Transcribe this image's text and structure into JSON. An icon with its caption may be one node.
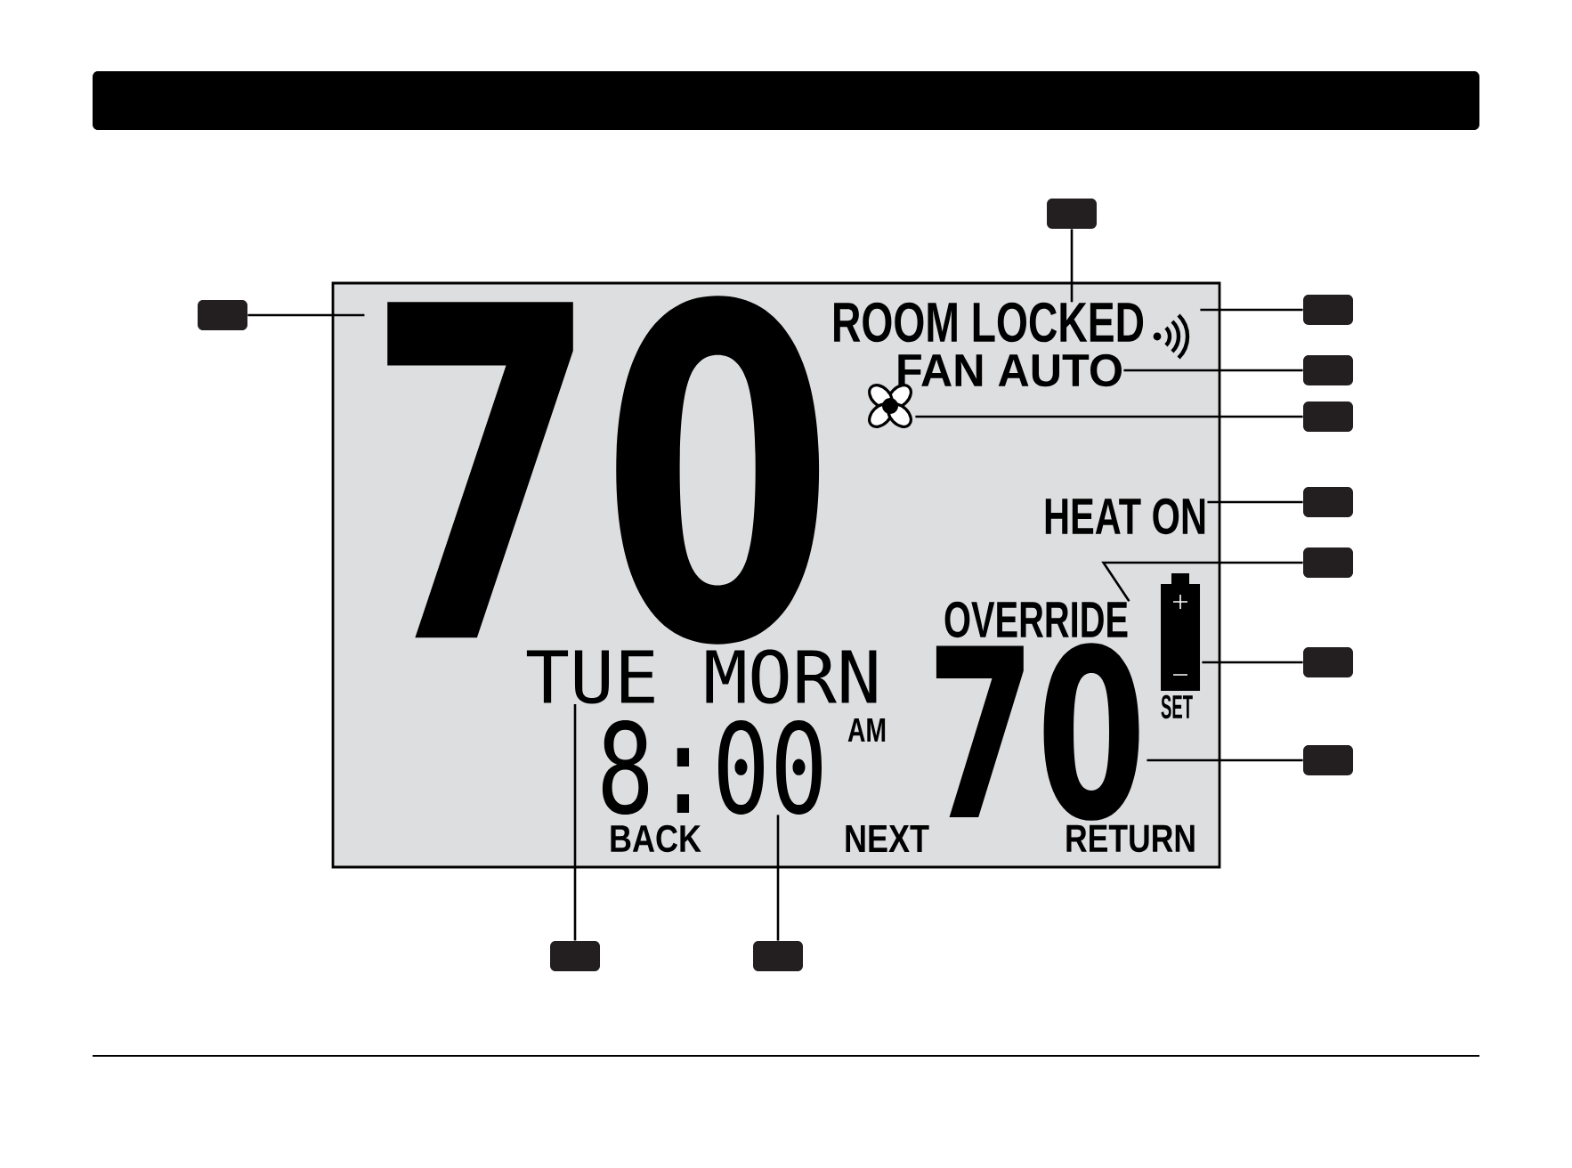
{
  "diagram": {
    "nodes": [
      {
        "text": [],
        "shape": "box"
      },
      {
        "text": [
          "70"
        ],
        "in": 0
      },
      {
        "text": [
          "ROOM LOCKED"
        ],
        "in": 0
      },
      {
        "text": [],
        "shape": "picture",
        "in": 0
      },
      {
        "text": [
          "FAN AUTO"
        ],
        "in": 0
      },
      {
        "text": [],
        "shape": "picture",
        "in": 0
      },
      {
        "text": [
          "HEAT ON"
        ],
        "in": 0
      },
      {
        "text": [
          "OVERRIDE"
        ],
        "in": 0
      },
      {
        "text": [],
        "shape": "picture",
        "in": 0
      },
      {
        "text": [
          "70"
        ],
        "in": 0
      },
      {
        "text": [
          "TUE MORN"
        ],
        "in": 0
      },
      {
        "text": [
          "8:00"
        ],
        "in": 0
      },
      {
        "text": [],
        "shape": "box"
      },
      {
        "text": [],
        "shape": "box"
      },
      {
        "text": [],
        "shape": "box"
      },
      {
        "text": [],
        "shape": "box"
      },
      {
        "text": [],
        "shape": "box"
      },
      {
        "text": [],
        "shape": "box"
      },
      {
        "text": [],
        "shape": "box"
      },
      {
        "text": [],
        "shape": "box"
      },
      {
        "text": [],
        "shape": "box"
      },
      {
        "text": [],
        "shape": "box"
      },
      {
        "text": [],
        "shape": "box"
      }
    ],
    "edges": [
      {
        "from": 12,
        "to": 2,
        "arrow": "none"
      },
      {
        "from": 13,
        "to": 1,
        "arrow": "none"
      },
      {
        "from": 14,
        "to": 3,
        "arrow": "none"
      },
      {
        "from": 15,
        "to": 4,
        "arrow": "none"
      },
      {
        "from": 16,
        "to": 5,
        "arrow": "none"
      },
      {
        "from": 17,
        "to": 6,
        "arrow": "none"
      },
      {
        "from": 18,
        "to": 7,
        "arrow": "none"
      },
      {
        "from": 19,
        "to": 8,
        "arrow": "none"
      },
      {
        "from": 20,
        "to": 9,
        "arrow": "none"
      },
      {
        "from": 21,
        "to": 10,
        "arrow": "none"
      },
      {
        "from": 22,
        "to": 11,
        "arrow": "none"
      }
    ],
    "labels": [
      "SET",
      "AM",
      "BACK",
      "NEXT",
      "RETURN"
    ]
  }
}
